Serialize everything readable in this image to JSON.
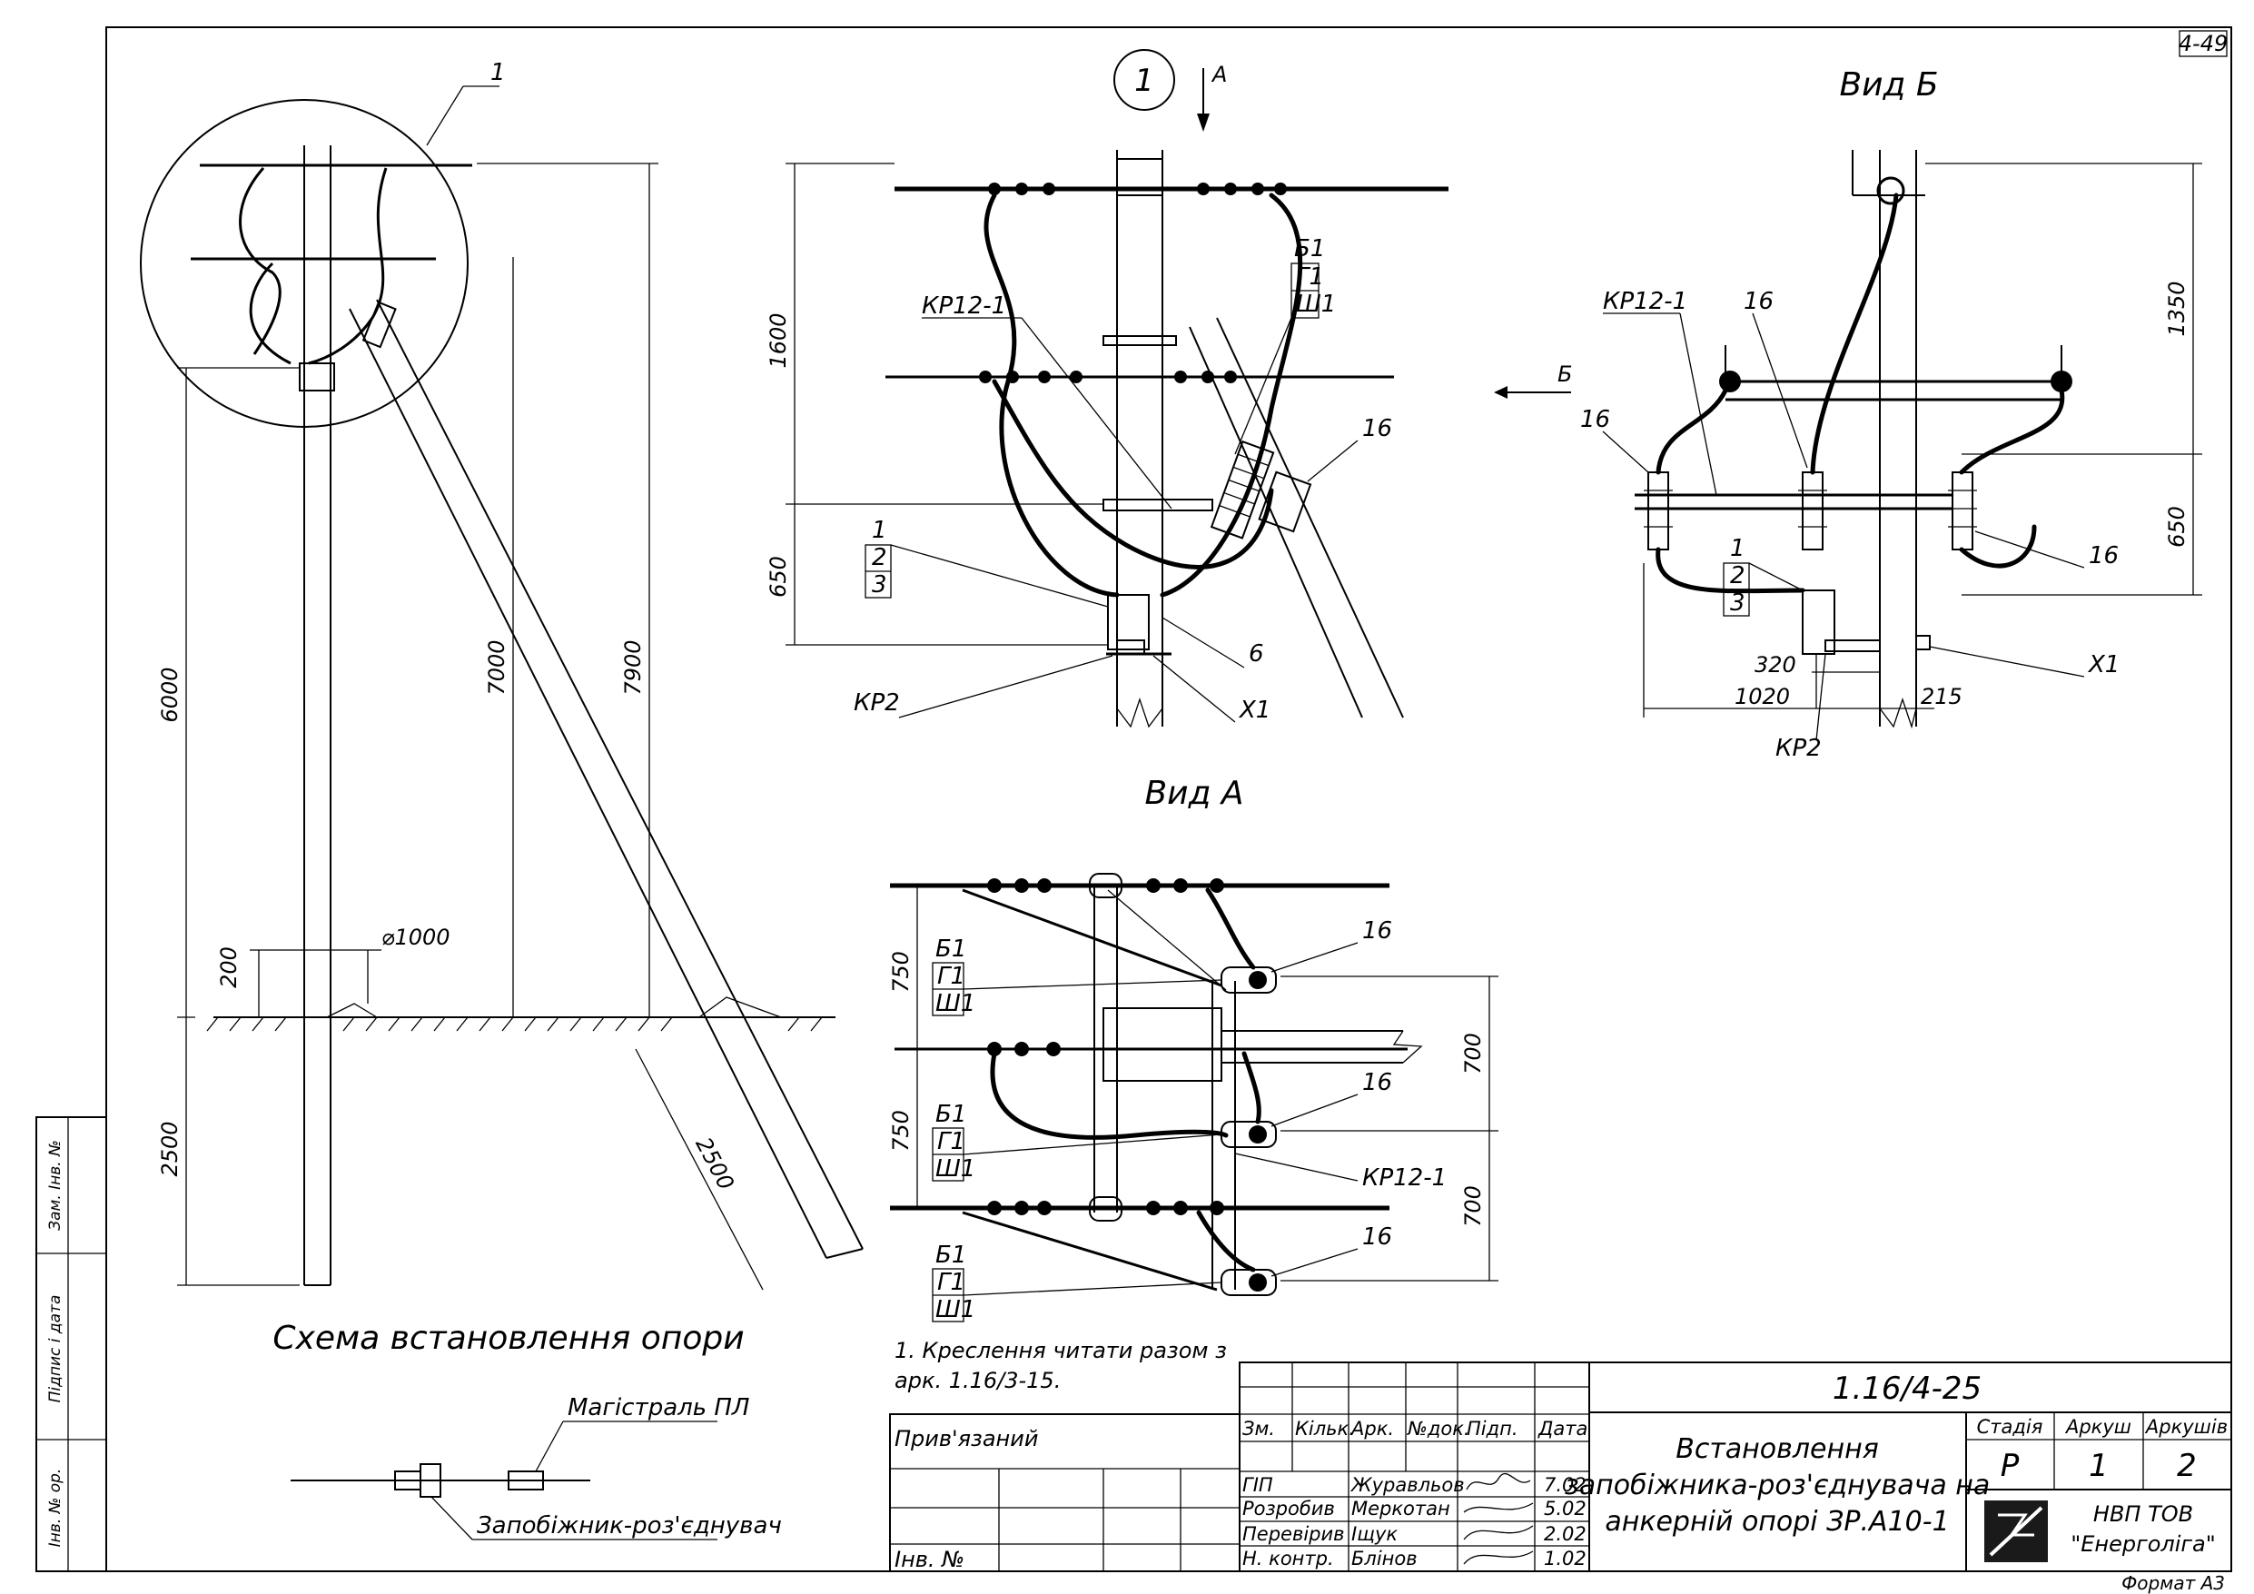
{
  "sheet": {
    "sheet_code": "4-49",
    "format": "Формат А3"
  },
  "support_scheme": {
    "title": "Схема встановлення опори",
    "callout": "1",
    "dims": {
      "d6000": "6000",
      "d7000": "7000",
      "d7900": "7900",
      "d200": "200",
      "d2500_left": "2500",
      "d2500_strut": "2500",
      "dia1000": "⌀1000"
    }
  },
  "legend": {
    "main_line": "Магістраль ПЛ",
    "fuse_switch": "Запобіжник-роз'єднувач"
  },
  "view_main": {
    "node_number": "1",
    "arrow_label": "А",
    "labels": {
      "kr12": "КР12-1",
      "kr2": "КР2",
      "x1": "Х1",
      "n6": "6",
      "n16": "16",
      "b1": "Б1",
      "g1": "Г1",
      "sh1": "Ш1",
      "n1": "1",
      "n2": "2",
      "n3": "3"
    },
    "dims": {
      "d1600": "1600",
      "d650": "650"
    }
  },
  "view_a": {
    "title": "Вид А",
    "labels": {
      "b1": "Б1",
      "g1": "Г1",
      "sh1": "Ш1",
      "n16": "16",
      "kr12": "КР12-1"
    },
    "dims": {
      "d750": "750",
      "d700": "700"
    }
  },
  "view_b": {
    "title": "Вид Б",
    "arrow_label": "Б",
    "labels": {
      "kr12": "КР12-1",
      "n16": "16",
      "kr2": "КР2",
      "x1": "Х1",
      "n1": "1",
      "n2": "2",
      "n3": "3"
    },
    "dims": {
      "d1350": "1350",
      "d650": "650",
      "d320": "320",
      "d1020": "1020",
      "d215": "215"
    }
  },
  "note": {
    "line1": "1. Креслення читати разом з",
    "line2": "арк. 1.16/3-15."
  },
  "title_block": {
    "doc_code": "1.16/4-25",
    "privyazaniy": "Прив'язаний",
    "inv_no": "Інв. №",
    "col_headers": [
      "Зм.",
      "Кільк.",
      "Арк.",
      "№док.",
      "Підп.",
      "Дата"
    ],
    "rows": [
      {
        "role": "ГІП",
        "name": "Журавльов",
        "date": "7.02"
      },
      {
        "role": "Розробив",
        "name": "Меркотан",
        "date": "5.02"
      },
      {
        "role": "Перевірив",
        "name": "Іщук",
        "date": "2.02"
      },
      {
        "role": "Н. контр.",
        "name": "Блінов",
        "date": "1.02"
      }
    ],
    "doc_title": [
      "Встановлення",
      "запобіжника-роз'єднувача на",
      "анкерній опорі ЗР.А10-1"
    ],
    "stage_label": "Стадія",
    "sheet_label": "Аркуш",
    "sheets_label": "Аркушів",
    "stage": "Р",
    "sheet": "1",
    "sheets": "2",
    "company": [
      "НВП ТОВ",
      "\"Енерголіга\""
    ]
  },
  "side_stamp": {
    "zam_inv": "Зам. Інв. №",
    "pidpys": "Підпис і дата",
    "inv_orig": "Інв. № ор."
  }
}
